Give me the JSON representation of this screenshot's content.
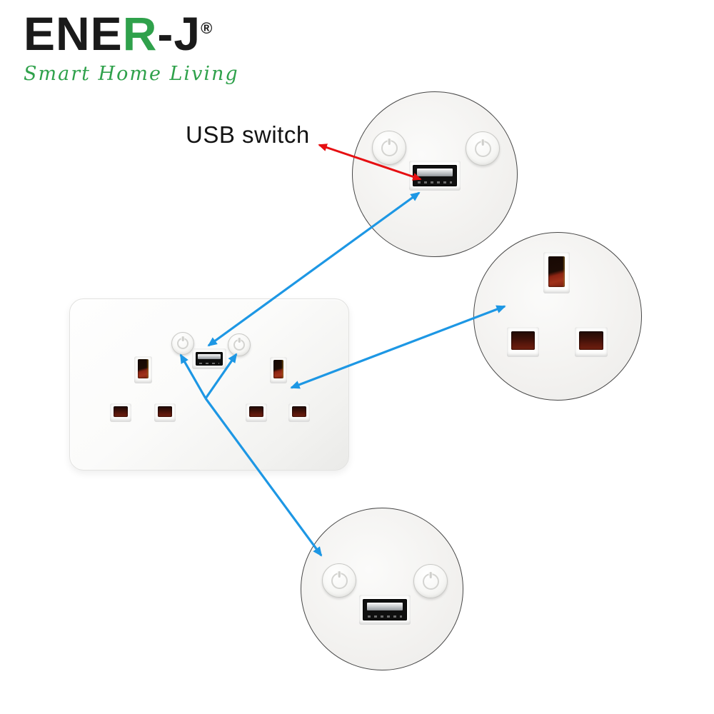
{
  "brand": {
    "logo": {
      "part_black_1": "ENE",
      "part_green": "R",
      "part_black_2": "-J",
      "registered_mark": "®"
    },
    "tagline": "Smart Home Living"
  },
  "annotations": {
    "usb_switch_label": "USB switch"
  },
  "colors": {
    "brand_green": "#2fa14b",
    "logo_black": "#1a1a1a",
    "text_black": "#131313",
    "arrow_red": "#e60f12",
    "arrow_blue": "#1d97e4",
    "slot_maroon": "#5c180c",
    "callout_border": "#474747"
  },
  "icons": {
    "power_button_glyph": "power ring with top bar (CSS ring + bar)",
    "usb_port": "USB-A receptacle (black housing, gray tongue)",
    "registered_trademark": "®"
  }
}
